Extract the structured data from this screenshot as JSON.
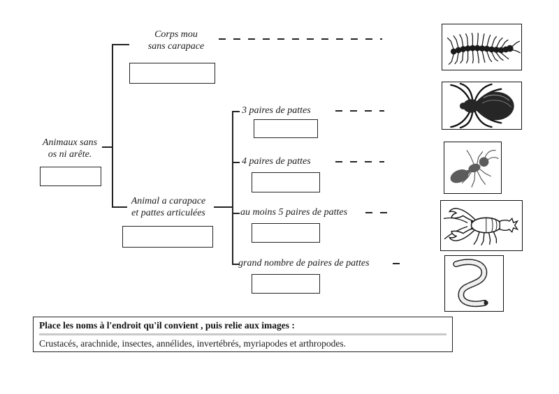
{
  "tree": {
    "root": {
      "line1": "Animaux sans",
      "line2": "os ni arête."
    },
    "soft": {
      "line1": "Corps mou",
      "line2": "sans carapace"
    },
    "shell": {
      "line1": "Animal a carapace",
      "line2": "et pattes articulées"
    },
    "leaves": {
      "l1": "3 paires de pattes",
      "l2": "4 paires de pattes",
      "l3": "au moins 5 paires de pattes",
      "l4": "grand nombre de paires de pattes"
    }
  },
  "images": {
    "icons": [
      "centipede-icon",
      "spider-icon",
      "ant-icon",
      "crayfish-icon",
      "worm-icon"
    ]
  },
  "instructions": {
    "title": "Place les noms à l'endroit qu'il convient , puis relie aux images :",
    "word_bank": "Crustacés, arachnide, insectes, annélides, invertébrés, myriapodes et arthropodes."
  },
  "colors": {
    "ink": "#1a1a1a"
  }
}
